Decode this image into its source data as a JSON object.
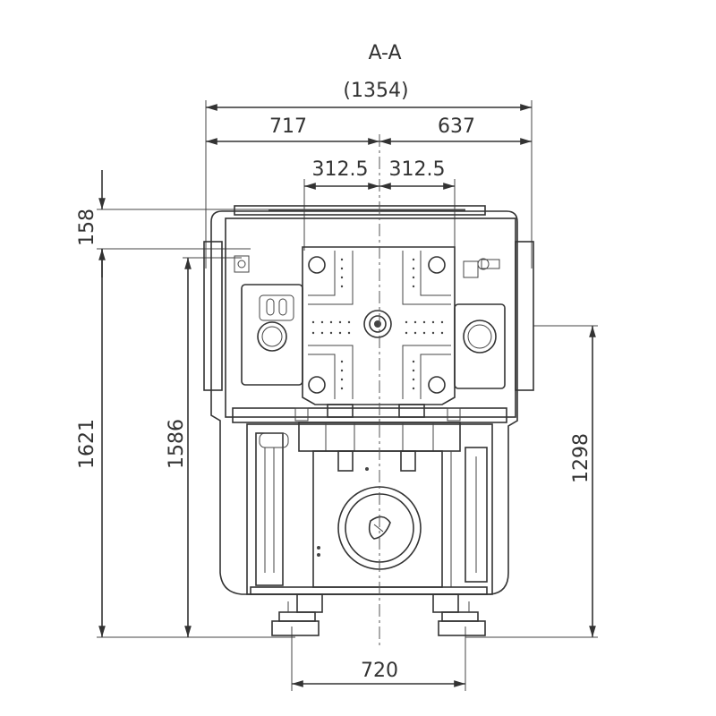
{
  "drawing": {
    "section_label": "A-A",
    "overall_width": "(1354)",
    "left_width": "717",
    "right_width": "637",
    "half_left": "312.5",
    "half_right": "312.5",
    "top_offset": "158",
    "height_total": "1621",
    "height_inner": "1586",
    "height_right": "1298",
    "base_width": "720"
  },
  "colors": {
    "line": "#333333",
    "background": "#ffffff"
  }
}
